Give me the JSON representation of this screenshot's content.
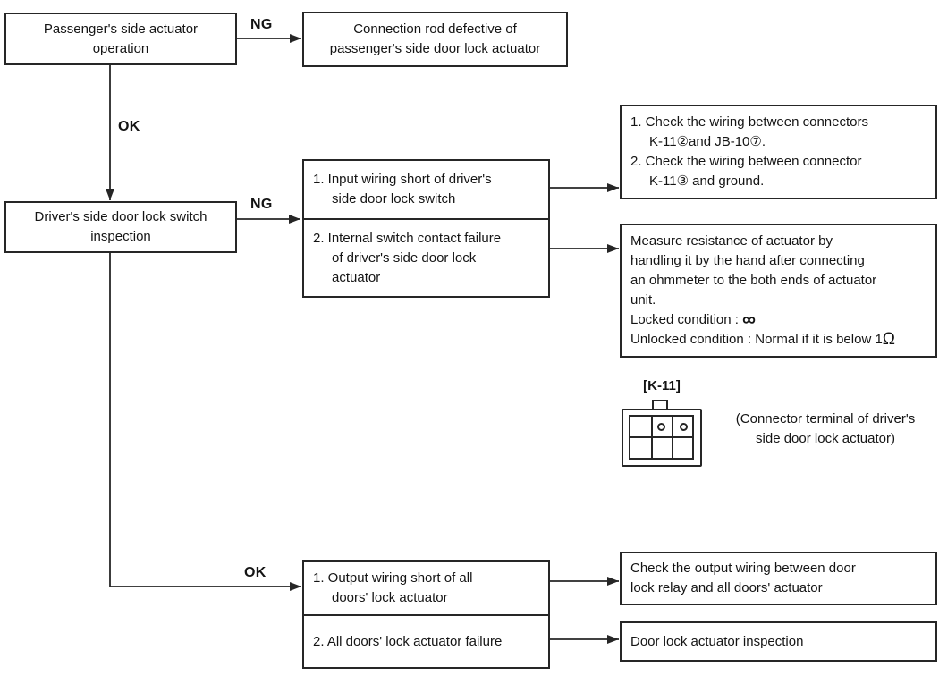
{
  "colors": {
    "line": "#262626",
    "text": "#141414",
    "background": "#ffffff"
  },
  "labels": {
    "ng_top": "NG",
    "ok_top": "OK",
    "ng_mid": "NG",
    "ok_bottom": "OK"
  },
  "passenger_box": {
    "lines": [
      "Passenger's side actuator",
      "operation"
    ]
  },
  "connection_rod_box": {
    "lines": [
      "Connection rod defective of",
      "passenger's side door lock actuator"
    ]
  },
  "driver_box": {
    "lines": [
      "Driver's side door lock switch",
      "inspection"
    ]
  },
  "switch_fault_box": {
    "item1_lines": [
      "1. Input wiring short of driver's",
      "side door lock switch"
    ],
    "item2_lines": [
      "2. Internal switch contact failure",
      "of driver's side door lock",
      "actuator"
    ]
  },
  "wiring_check_box": {
    "lines": [
      "1. Check the wiring between connectors",
      "K-11②and JB-10⑦.",
      "2. Check the wiring between connector",
      "K-11③ and ground."
    ]
  },
  "measure_box": {
    "lines": [
      "Measure resistance of actuator by",
      "handling it by the hand after connecting",
      "an ohmmeter to the both ends of actuator",
      "unit."
    ],
    "locked_label": "Locked condition : ",
    "locked_symbol": "∞",
    "unlocked_label": "Unlocked condition : Normal if it is below 1",
    "unlocked_symbol": "Ω"
  },
  "connector": {
    "label": "[K-11]",
    "caption_lines": [
      "(Connector terminal of driver's",
      "side door lock actuator)"
    ]
  },
  "output_fault_box": {
    "item1_lines": [
      "1. Output wiring short of all",
      "doors' lock actuator"
    ],
    "item2_lines": [
      "2. All doors' lock actuator failure"
    ]
  },
  "output_check_box": {
    "lines": [
      "Check the output wiring between door",
      "lock relay and all doors' actuator"
    ]
  },
  "inspection_box": {
    "lines": [
      "Door lock actuator inspection"
    ]
  }
}
